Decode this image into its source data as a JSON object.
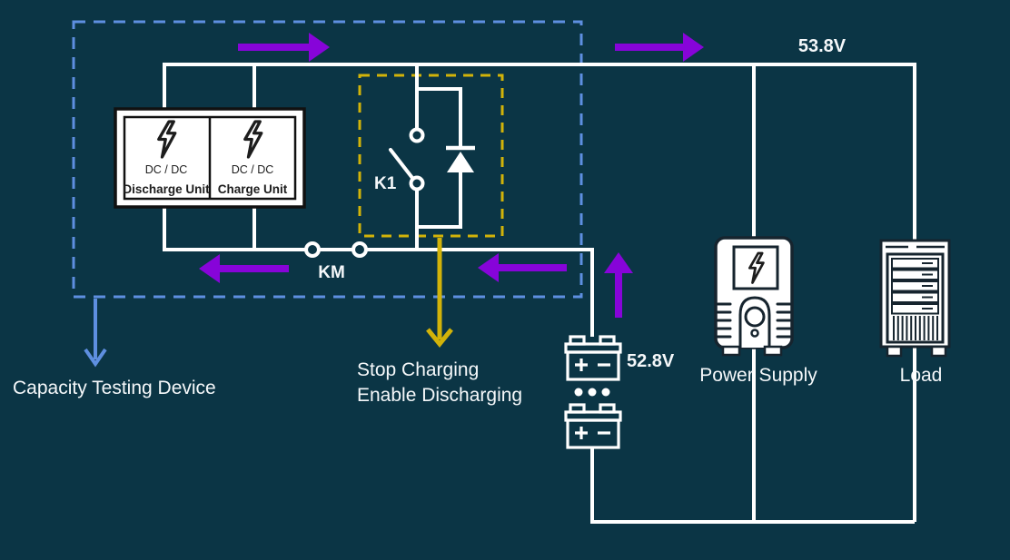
{
  "colors": {
    "background": "#0B3545",
    "wire": "#FFFFFF",
    "flow_arrow_purple": "#8704D9",
    "device_boundary_blue": "#5E8FE0",
    "control_yellow": "#D2B309",
    "icon_stroke_dark": "#16242E"
  },
  "labels": {
    "bus_voltage": "53.8V",
    "battery_voltage": "52.8V",
    "switch": "K1",
    "contactor": "KM",
    "power_supply": "Power Supply",
    "load": "Load",
    "capacity_device": "Capacity Testing Device",
    "control_line1": "Stop Charging",
    "control_line2": "Enable Discharging",
    "dcdc_left": "DC / DC",
    "dcdc_right": "DC / DC",
    "discharge_unit": "Discharge Unit",
    "charge_unit": "Charge Unit"
  },
  "icons": {
    "discharge_unit_icon": "lightning-bolt",
    "charge_unit_icon": "lightning-bolt",
    "power_supply_icon": "power-supply-with-lightning-bolt",
    "load_icon": "server-rack",
    "battery_icon": "battery-cells-with-ellipsis",
    "k1_icon": "open-switch-with-bypass-diode",
    "km_icon": "contactor-contacts"
  }
}
